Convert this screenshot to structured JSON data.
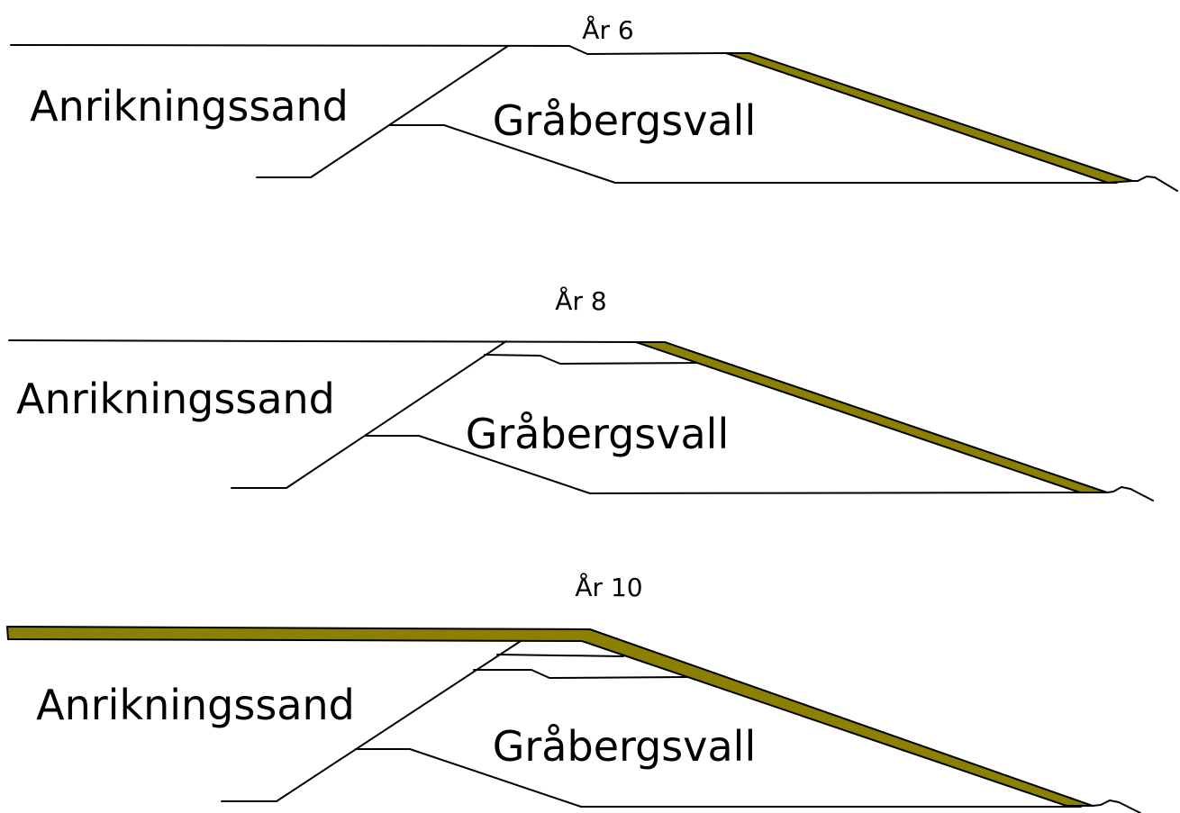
{
  "colors": {
    "cover": "#8b8000",
    "line": "#000000",
    "background": "#ffffff"
  },
  "panels": [
    {
      "year_label": "År 6",
      "left_label": "Anrikningssand",
      "center_label": "Gråbergsvall"
    },
    {
      "year_label": "År 8",
      "left_label": "Anrikningssand",
      "center_label": "Gråbergsvall"
    },
    {
      "year_label": "År 10",
      "left_label": "Anrikningssand",
      "center_label": "Gråbergsvall"
    }
  ]
}
